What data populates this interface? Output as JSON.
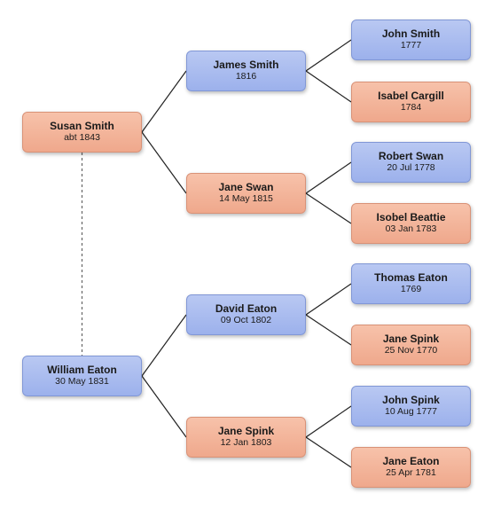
{
  "tree": {
    "people": [
      {
        "id": "susan-smith",
        "name": "Susan Smith",
        "date": "abt 1843",
        "gender": "female"
      },
      {
        "id": "william-eaton",
        "name": "William Eaton",
        "date": "30 May 1831",
        "gender": "male"
      },
      {
        "id": "james-smith",
        "name": "James Smith",
        "date": "1816",
        "gender": "male"
      },
      {
        "id": "jane-swan",
        "name": "Jane Swan",
        "date": "14 May 1815",
        "gender": "female"
      },
      {
        "id": "david-eaton",
        "name": "David Eaton",
        "date": "09 Oct 1802",
        "gender": "male"
      },
      {
        "id": "jane-spink-1803",
        "name": "Jane Spink",
        "date": "12 Jan 1803",
        "gender": "female"
      },
      {
        "id": "john-smith",
        "name": "John Smith",
        "date": "1777",
        "gender": "male"
      },
      {
        "id": "isabel-cargill",
        "name": "Isabel Cargill",
        "date": "1784",
        "gender": "female"
      },
      {
        "id": "robert-swan",
        "name": "Robert Swan",
        "date": "20 Jul 1778",
        "gender": "male"
      },
      {
        "id": "isobel-beattie",
        "name": "Isobel Beattie",
        "date": "03 Jan 1783",
        "gender": "female"
      },
      {
        "id": "thomas-eaton",
        "name": "Thomas Eaton",
        "date": "1769",
        "gender": "male"
      },
      {
        "id": "jane-spink-1770",
        "name": "Jane Spink",
        "date": "25 Nov 1770",
        "gender": "female"
      },
      {
        "id": "john-spink",
        "name": "John Spink",
        "date": "10 Aug 1777",
        "gender": "male"
      },
      {
        "id": "jane-eaton",
        "name": "Jane Eaton",
        "date": "25 Apr 1781",
        "gender": "female"
      }
    ],
    "parent_links": [
      {
        "child": "susan-smith",
        "parent": "james-smith"
      },
      {
        "child": "susan-smith",
        "parent": "jane-swan"
      },
      {
        "child": "william-eaton",
        "parent": "david-eaton"
      },
      {
        "child": "william-eaton",
        "parent": "jane-spink-1803"
      },
      {
        "child": "james-smith",
        "parent": "john-smith"
      },
      {
        "child": "james-smith",
        "parent": "isabel-cargill"
      },
      {
        "child": "jane-swan",
        "parent": "robert-swan"
      },
      {
        "child": "jane-swan",
        "parent": "isobel-beattie"
      },
      {
        "child": "david-eaton",
        "parent": "thomas-eaton"
      },
      {
        "child": "david-eaton",
        "parent": "jane-spink-1770"
      },
      {
        "child": "jane-spink-1803",
        "parent": "john-spink"
      },
      {
        "child": "jane-spink-1803",
        "parent": "jane-eaton"
      }
    ],
    "spouse_links": [
      {
        "a": "susan-smith",
        "b": "william-eaton"
      }
    ],
    "colors": {
      "male": "#9cb1ec",
      "female": "#efa88c",
      "connector": "#222222",
      "spouse_connector": "#666666"
    }
  }
}
